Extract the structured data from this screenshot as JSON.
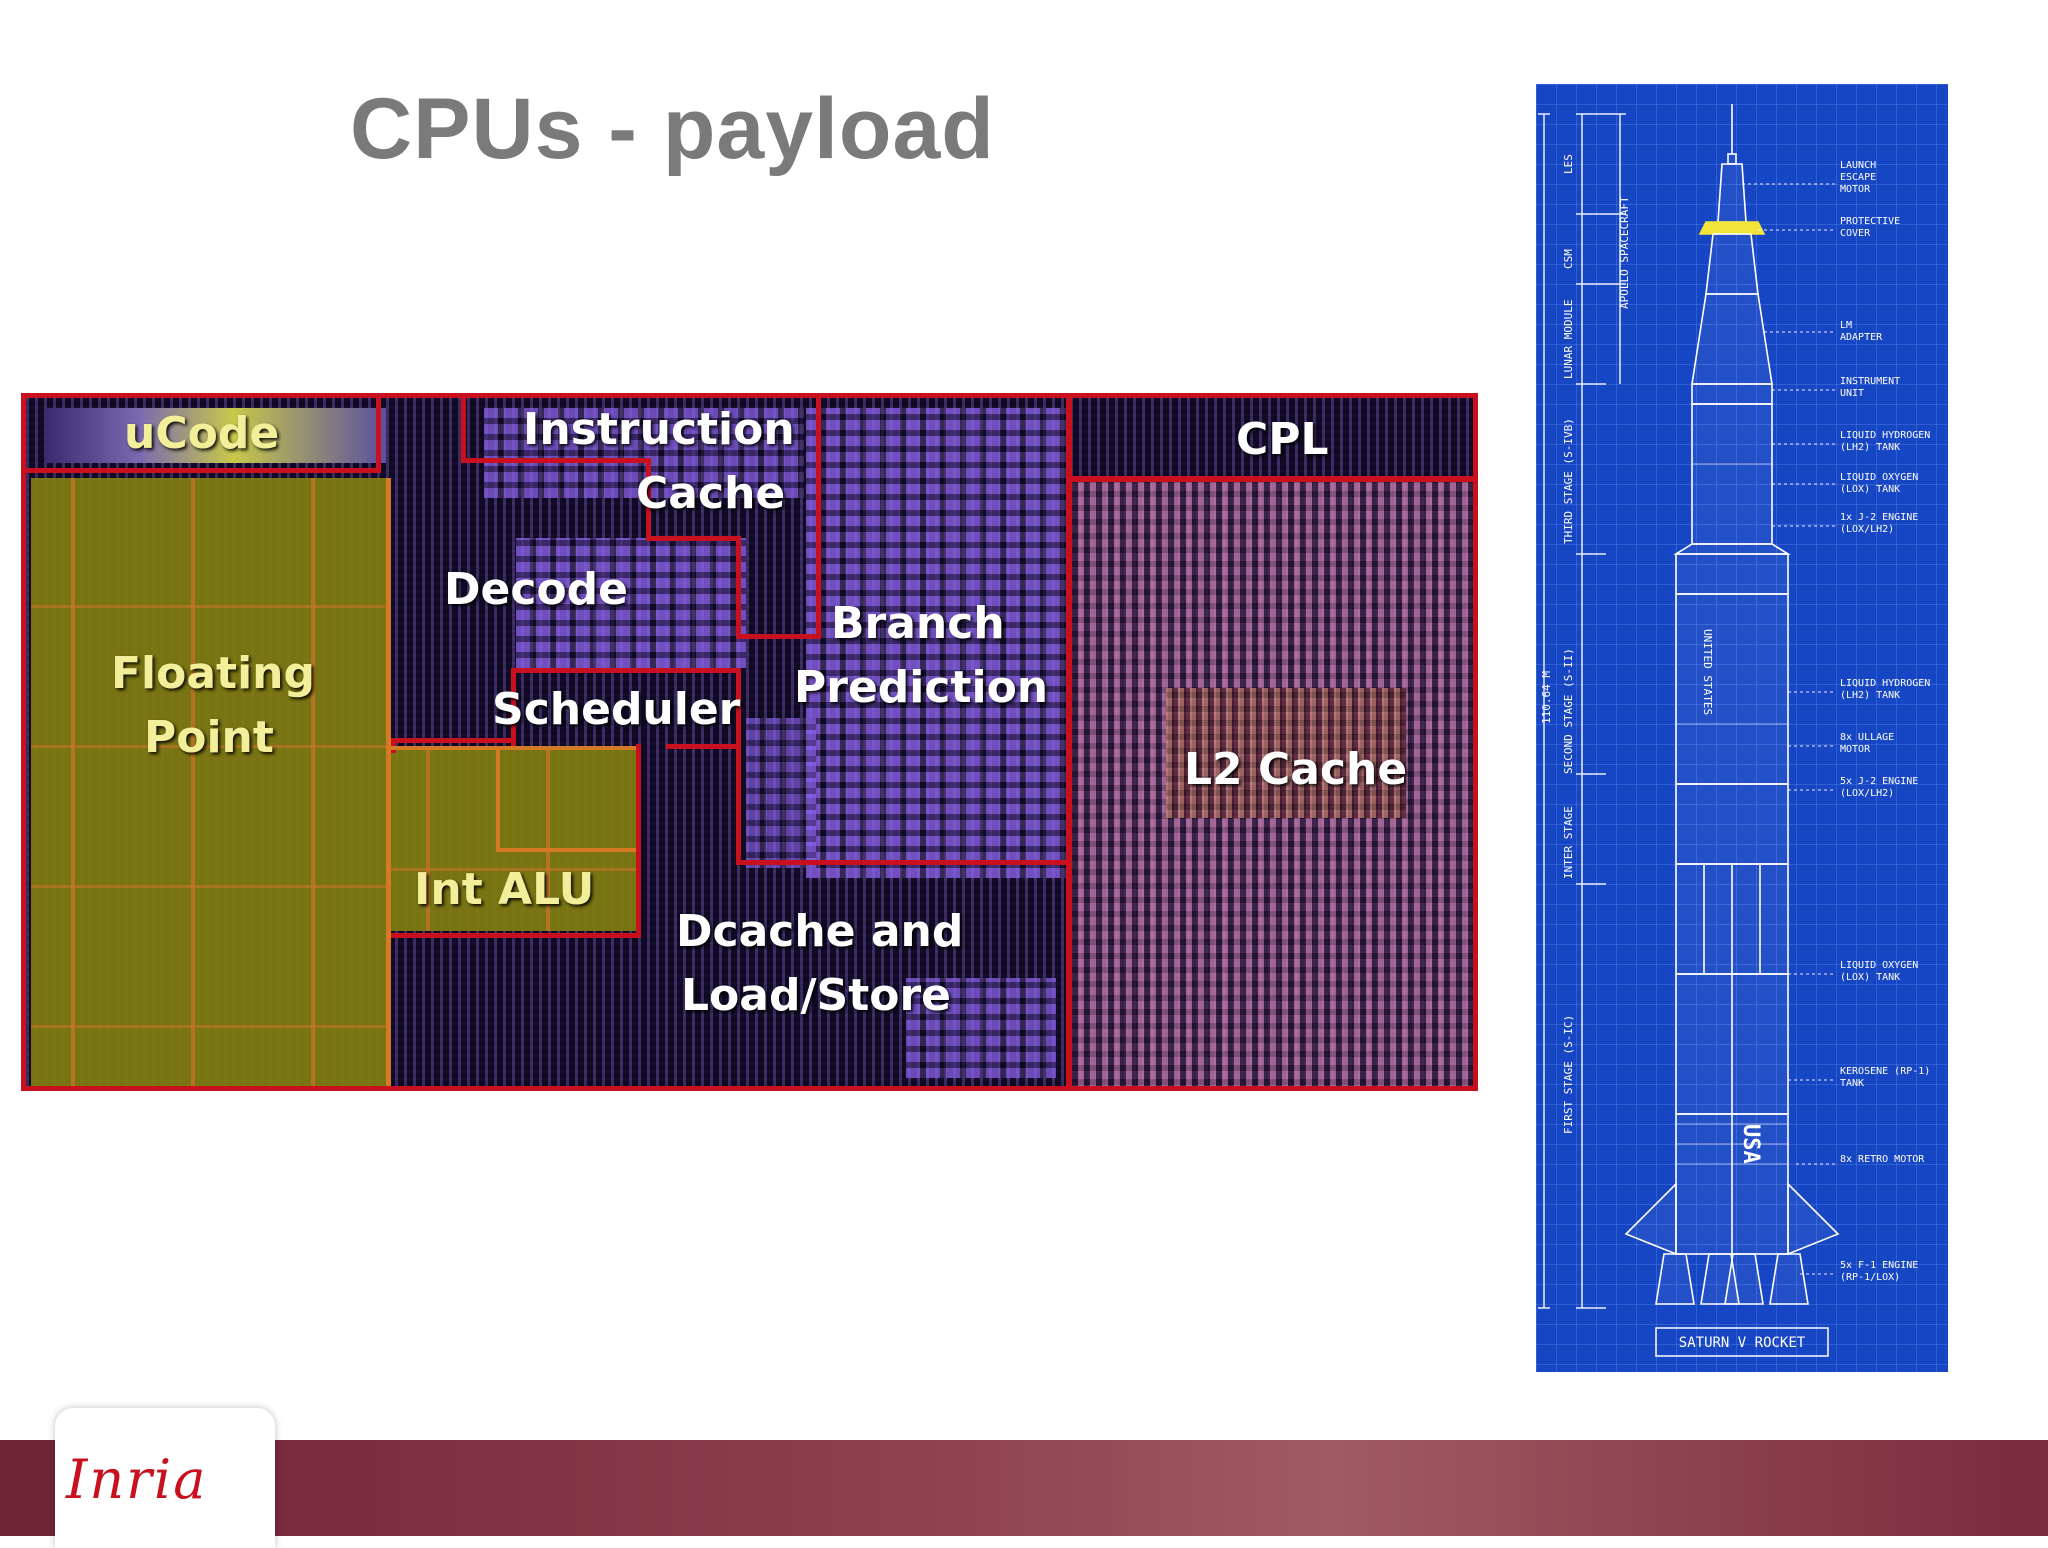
{
  "slide": {
    "title": "CPUs - payload"
  },
  "die_labels": {
    "ucode": "uCode",
    "instruction_cache_l1": "Instruction",
    "instruction_cache_l2": "Cache",
    "cpl": "CPL",
    "decode": "Decode",
    "branch_prediction_l1": "Branch",
    "branch_prediction_l2": "Prediction",
    "floating_point_l1": "Floating",
    "floating_point_l2": "Point",
    "scheduler": "Scheduler",
    "l2_cache": "L2 Cache",
    "int_alu": "Int ALU",
    "dcache_l1": "Dcache and",
    "dcache_l2": "Load/Store"
  },
  "rocket": {
    "caption": "SATURN V ROCKET",
    "height_label": "110.64 M",
    "stage_labels": [
      "LES",
      "CSM",
      "LUNAR MODULE",
      "THIRD STAGE (S-IVB)",
      "SECOND STAGE (S-II)",
      "INTER STAGE",
      "FIRST STAGE (S-IC)"
    ],
    "spacecraft_label": "APOLLO SPACECRAFT",
    "callouts": [
      [
        "LAUNCH",
        "ESCAPE",
        "MOTOR"
      ],
      [
        "PROTECTIVE",
        "COVER"
      ],
      [
        "LM",
        "ADAPTER"
      ],
      [
        "INSTRUMENT",
        "UNIT"
      ],
      [
        "LIQUID HYDROGEN",
        "(LH2) TANK"
      ],
      [
        "LIQUID OXYGEN",
        "(LOX) TANK"
      ],
      [
        "1x J-2 ENGINE",
        "(LOX/LH2)"
      ],
      [
        "LIQUID HYDROGEN",
        "(LH2) TANK"
      ],
      [
        "8x ULLAGE",
        "MOTOR"
      ],
      [
        "5x J-2 ENGINE",
        "(LOX/LH2)"
      ],
      [
        "LIQUID OXYGEN",
        "(LOX) TANK"
      ],
      [
        "KEROSENE (RP-1)",
        "TANK"
      ],
      [
        "8x RETRO MOTOR"
      ],
      [
        "5x F-1 ENGINE",
        "(RP-1/LOX)"
      ]
    ],
    "body_text_1": "UNITED STATES",
    "body_text_2": "USA"
  },
  "footer": {
    "logo": "Inria"
  },
  "colors": {
    "title": "#7a7a7a",
    "die_border": "#c8101e",
    "blueprint": "#1746c4",
    "footer": "#8e4150",
    "logo": "#c8101e"
  }
}
